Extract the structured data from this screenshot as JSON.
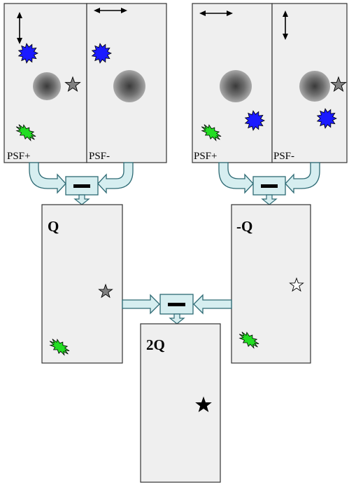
{
  "colors": {
    "panel_fill": "#efefef",
    "panel_stroke": "#333333",
    "arrow_fill": "#d6eef0",
    "arrow_stroke": "#2d6a74",
    "blue_burst": "#1a1aff",
    "green_burst": "#22dd22",
    "grey_star": "#808080",
    "white_star": "#ffffff",
    "black_star": "#000000"
  },
  "labels": {
    "left_psf_plus": "PSF+",
    "left_psf_minus": "PSF-",
    "right_psf_plus": "PSF+",
    "right_psf_minus": "PSF-",
    "q": "Q",
    "neg_q": "-Q",
    "two_q": "2Q"
  },
  "icons": {
    "vertical_double_arrow": "vertical-double-arrow-icon",
    "horizontal_double_arrow": "horizontal-double-arrow-icon",
    "subtract": "minus-sign-icon",
    "blue_source": "blue-burst-icon",
    "green_source": "green-burst-icon",
    "psf_blob": "gray-radial-blob-icon",
    "star": "star-icon"
  }
}
